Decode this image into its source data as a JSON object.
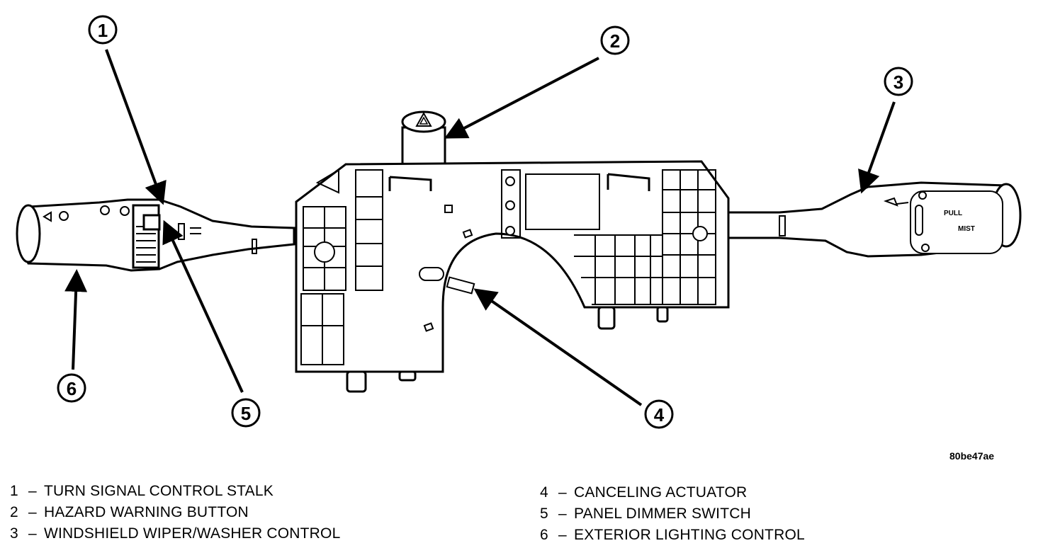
{
  "figure_id": "80be47ae",
  "panel_marks": {
    "stalk_right_pull": "PULL",
    "stalk_right_mist": "MIST"
  },
  "callouts": [
    {
      "number": "1"
    },
    {
      "number": "2"
    },
    {
      "number": "3"
    },
    {
      "number": "4"
    },
    {
      "number": "5"
    },
    {
      "number": "6"
    }
  ],
  "legend": [
    {
      "number": "1",
      "dash": "–",
      "label": "TURN SIGNAL CONTROL STALK"
    },
    {
      "number": "2",
      "dash": "–",
      "label": "HAZARD WARNING BUTTON"
    },
    {
      "number": "3",
      "dash": "–",
      "label": "WINDSHIELD WIPER/WASHER CONTROL"
    },
    {
      "number": "4",
      "dash": "–",
      "label": "CANCELING ACTUATOR"
    },
    {
      "number": "5",
      "dash": "–",
      "label": "PANEL DIMMER SWITCH"
    },
    {
      "number": "6",
      "dash": "–",
      "label": "EXTERIOR LIGHTING CONTROL"
    }
  ]
}
